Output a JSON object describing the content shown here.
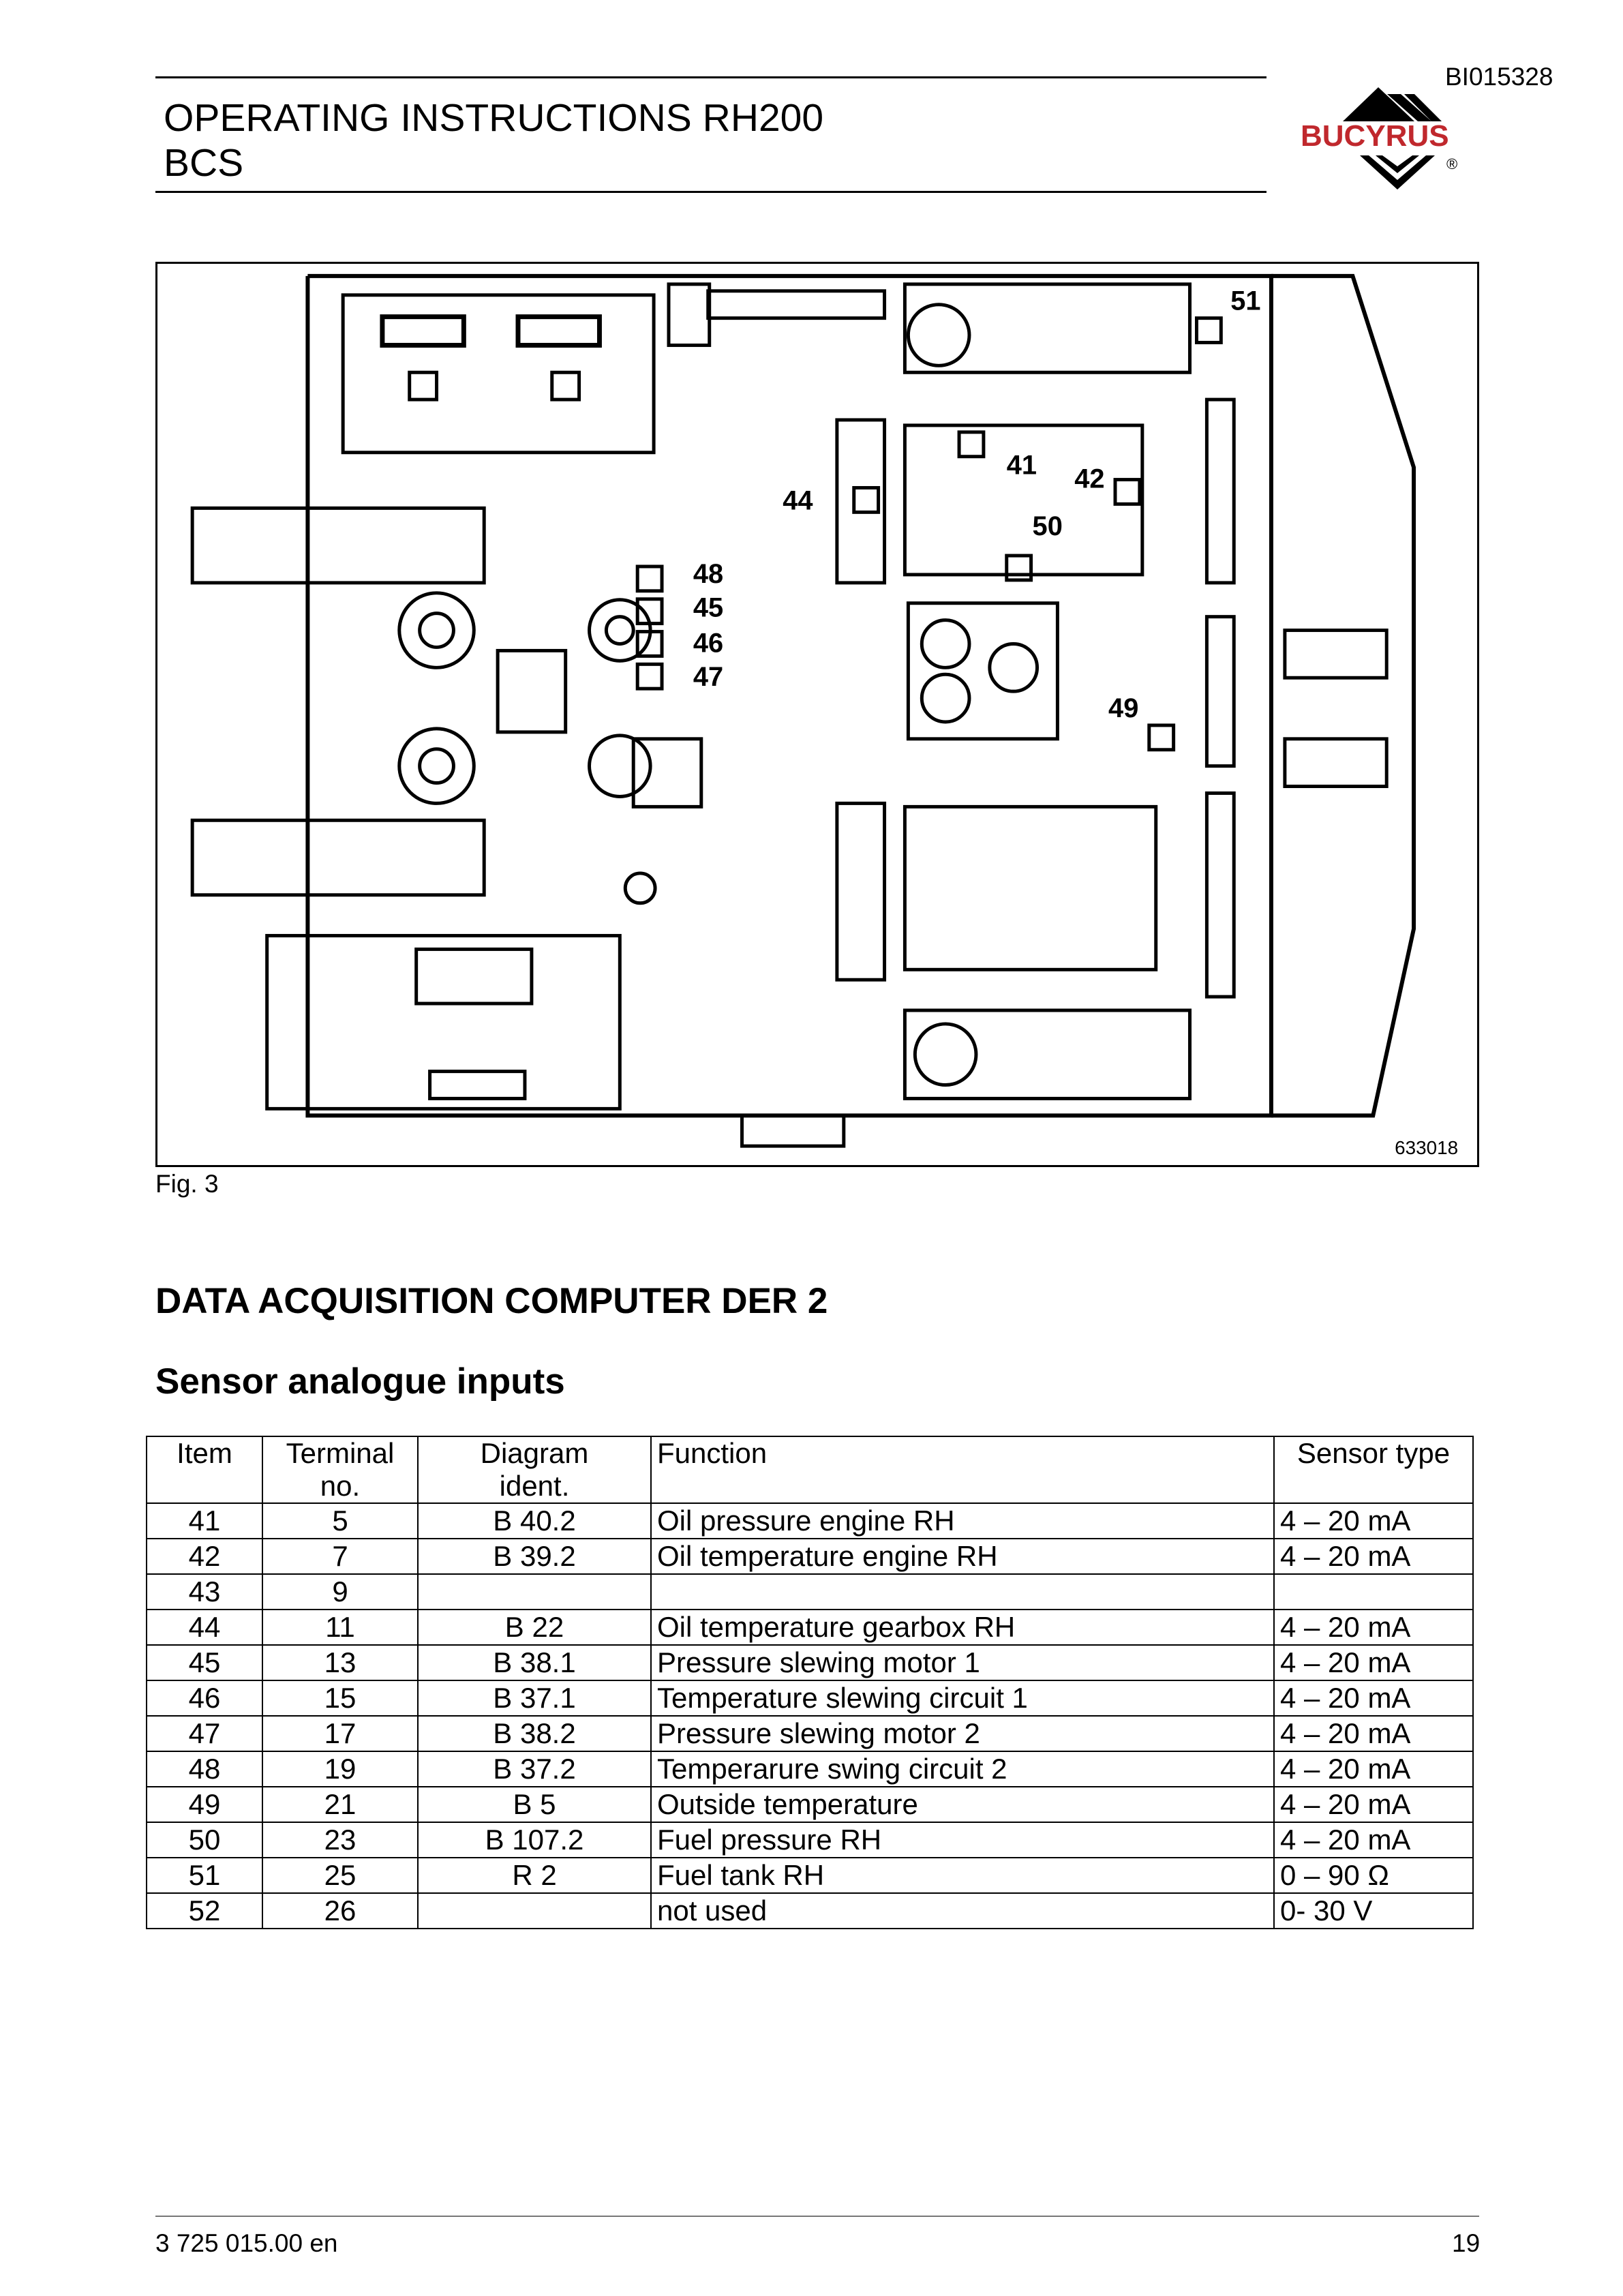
{
  "header": {
    "doc_id": "BI015328",
    "title_line1": "OPERATING INSTRUCTIONS RH200",
    "title_line2": "BCS",
    "logo_text": "BUCYRUS",
    "logo_mark": "®"
  },
  "figure": {
    "caption": "Fig. 3",
    "image_code": "633018",
    "callouts": [
      "51",
      "41",
      "42",
      "44",
      "50",
      "48",
      "45",
      "46",
      "47",
      "49"
    ]
  },
  "section_title": "DATA ACQUISITION COMPUTER DER 2",
  "subsection_title": "Sensor analogue inputs",
  "table": {
    "headers": {
      "item": "Item",
      "terminal_1": "Terminal",
      "terminal_2": "no.",
      "diagram_1": "Diagram",
      "diagram_2": "ident.",
      "function": "Function",
      "sensor_type": "Sensor type"
    },
    "rows": [
      {
        "item": "41",
        "terminal": "5",
        "diagram": "B 40.2",
        "function": "Oil pressure engine RH",
        "sensor": "4 – 20 mA"
      },
      {
        "item": "42",
        "terminal": "7",
        "diagram": "B 39.2",
        "function": "Oil temperature engine RH",
        "sensor": "4 – 20 mA"
      },
      {
        "item": "43",
        "terminal": "9",
        "diagram": "",
        "function": "",
        "sensor": ""
      },
      {
        "item": "44",
        "terminal": "11",
        "diagram": "B 22",
        "function": "Oil temperature gearbox RH",
        "sensor": "4 – 20 mA"
      },
      {
        "item": "45",
        "terminal": "13",
        "diagram": "B 38.1",
        "function": "Pressure slewing motor 1",
        "sensor": "4 – 20 mA"
      },
      {
        "item": "46",
        "terminal": "15",
        "diagram": "B 37.1",
        "function": "Temperature slewing circuit 1",
        "sensor": "4 – 20 mA"
      },
      {
        "item": "47",
        "terminal": "17",
        "diagram": "B 38.2",
        "function": "Pressure slewing motor 2",
        "sensor": "4 – 20 mA"
      },
      {
        "item": "48",
        "terminal": "19",
        "diagram": "B 37.2",
        "function": "Temperarure swing circuit 2",
        "sensor": "4 – 20 mA"
      },
      {
        "item": "49",
        "terminal": "21",
        "diagram": "B 5",
        "function": "Outside temperature",
        "sensor": "4 – 20 mA"
      },
      {
        "item": "50",
        "terminal": "23",
        "diagram": "B 107.2",
        "function": "Fuel pressure RH",
        "sensor": "4 – 20 mA"
      },
      {
        "item": "51",
        "terminal": "25",
        "diagram": "R 2",
        "function": "Fuel tank RH",
        "sensor": "0 – 90 Ω"
      },
      {
        "item": "52",
        "terminal": "26",
        "diagram": "",
        "function": "not used",
        "sensor": "0- 30 V"
      }
    ]
  },
  "footer": {
    "doc_number": "3 725 015.00 en",
    "page_number": "19"
  }
}
